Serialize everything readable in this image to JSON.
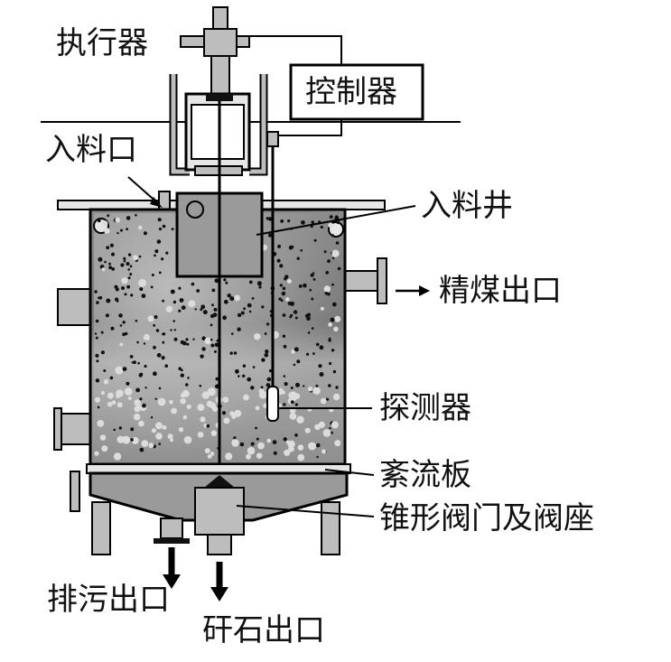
{
  "labels": {
    "actuator": "执行器",
    "controller": "控制器",
    "feed_inlet": "入料口",
    "feed_well": "入料井",
    "clean_coal_outlet": "精煤出口",
    "detector": "探测器",
    "baffle_plate": "紊流板",
    "cone_valve": "锥形阀门及阀座",
    "drain_outlet": "排污出口",
    "gangue_outlet": "矸石出口"
  },
  "colors": {
    "stroke": "#000000",
    "tank_fill": "#9a9a9a",
    "metal_fill": "#bdbdbd",
    "light_fill": "#e6e6e6",
    "particle_dark": "#111111",
    "particle_light": "#dcdcdc"
  }
}
